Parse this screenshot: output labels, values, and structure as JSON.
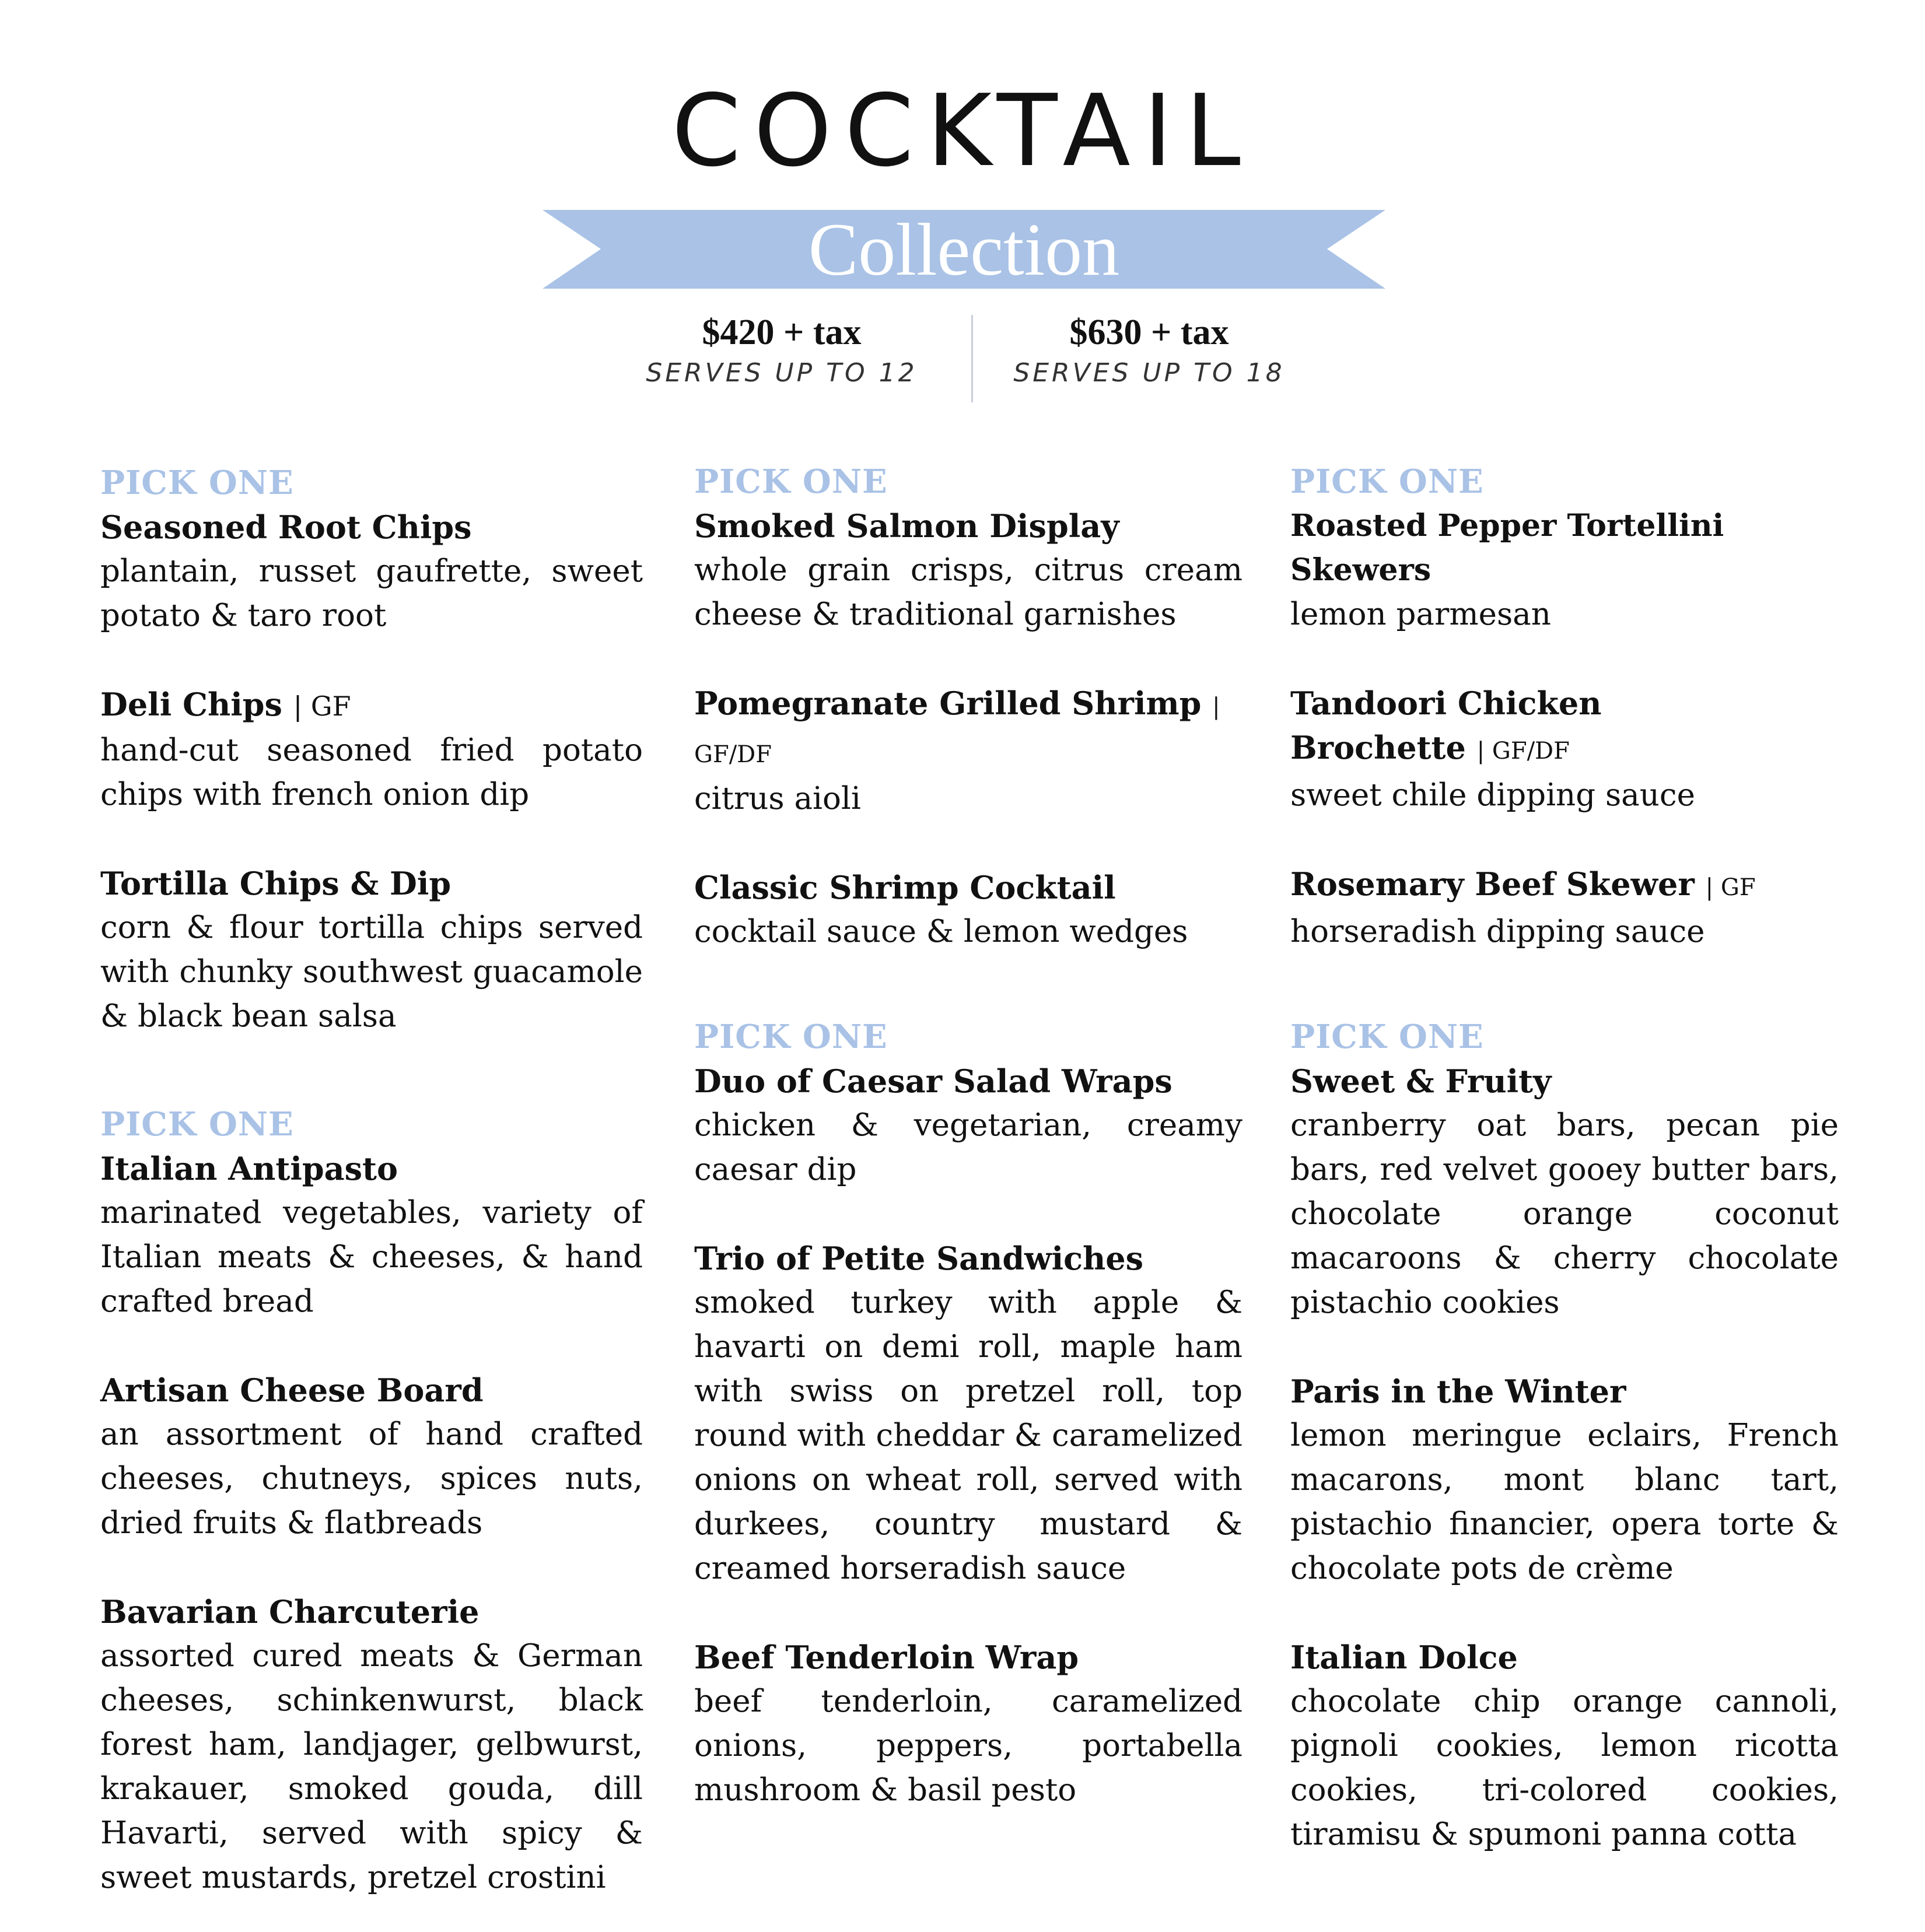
{
  "header": {
    "title": "COCKTAIL",
    "banner": "Collection",
    "banner_color": "#a9c2e6"
  },
  "pricing": [
    {
      "amount": "$420 + tax",
      "serves": "SERVES UP TO 12"
    },
    {
      "amount": "$630 + tax",
      "serves": "SERVES UP TO 18"
    }
  ],
  "sections": {
    "chips": {
      "label": "PICK ONE",
      "items": [
        {
          "name": "Seasoned Root Chips",
          "tag": "",
          "desc": "plantain, russet gaufrette, sweet potato & taro root"
        },
        {
          "name": "Deli Chips",
          "tag": "| GF",
          "desc": "hand-cut seasoned fried potato chips with french onion dip"
        },
        {
          "name": "Tortilla Chips & Dip",
          "tag": "",
          "desc": "corn & flour tortilla chips served with chunky southwest guacamole & black bean salsa"
        }
      ]
    },
    "boards": {
      "label": "PICK ONE",
      "items": [
        {
          "name": "Italian Antipasto",
          "tag": "",
          "desc": "marinated vegetables, variety of Italian meats & cheeses, & hand crafted bread"
        },
        {
          "name": "Artisan Cheese Board",
          "tag": "",
          "desc": "an assortment of hand crafted cheeses, chutneys, spices nuts, dried fruits & flatbreads"
        },
        {
          "name": "Bavarian Charcuterie",
          "tag": "",
          "desc": "assorted cured meats & German cheeses, schinkenwurst, black forest ham, landjager, gelbwurst, krakauer, smoked gouda, dill Havarti, served with spicy & sweet mustards, pretzel crostini"
        }
      ]
    },
    "seafood": {
      "label": "PICK ONE",
      "items": [
        {
          "name": "Smoked Salmon Display",
          "tag": "",
          "desc": "whole grain crisps, citrus cream cheese & traditional garnishes"
        },
        {
          "name": "Pomegranate Grilled Shrimp",
          "tag": "| GF/DF",
          "desc": "citrus aioli"
        },
        {
          "name": "Classic Shrimp Cocktail",
          "tag": "",
          "desc": "cocktail sauce & lemon wedges"
        }
      ]
    },
    "sandwiches": {
      "label": "PICK ONE",
      "items": [
        {
          "name": "Duo of Caesar Salad Wraps",
          "tag": "",
          "desc": "chicken & vegetarian, creamy caesar dip"
        },
        {
          "name": "Trio of Petite Sandwiches",
          "tag": "",
          "desc": "smoked turkey with apple & havarti on demi roll, maple ham with swiss on pretzel roll, top round with cheddar & caramelized onions on wheat roll, served with durkees, country mustard & creamed horseradish sauce"
        },
        {
          "name": "Beef Tenderloin Wrap",
          "tag": "",
          "desc": "beef tenderloin, caramelized onions, peppers, portabella mushroom & basil pesto"
        }
      ]
    },
    "skewers": {
      "label": "PICK ONE",
      "items": [
        {
          "name": "Roasted Pepper Tortellini Skewers",
          "tag": "",
          "desc": "lemon parmesan"
        },
        {
          "name_line1": "Tandoori Chicken",
          "name": "Brochette",
          "tag": "| GF/DF",
          "desc": "sweet chile dipping sauce"
        },
        {
          "name": "Rosemary Beef Skewer",
          "tag": "| GF",
          "desc": "horseradish dipping sauce"
        }
      ]
    },
    "desserts": {
      "label": "PICK ONE",
      "items": [
        {
          "name": "Sweet & Fruity",
          "tag": "",
          "desc": "cranberry oat bars, pecan pie bars, red velvet gooey butter bars, chocolate orange coconut macaroons & cherry chocolate pistachio cookies"
        },
        {
          "name": "Paris in the Winter",
          "tag": "",
          "desc": "lemon meringue eclairs, French macarons, mont blanc tart, pistachio financier, opera torte & chocolate pots de crème"
        },
        {
          "name": "Italian Dolce",
          "tag": "",
          "desc": "chocolate chip orange cannoli, pignoli cookies, lemon ricotta cookies, tri-colored cookies, tiramisu & spumoni panna cotta"
        }
      ]
    }
  }
}
